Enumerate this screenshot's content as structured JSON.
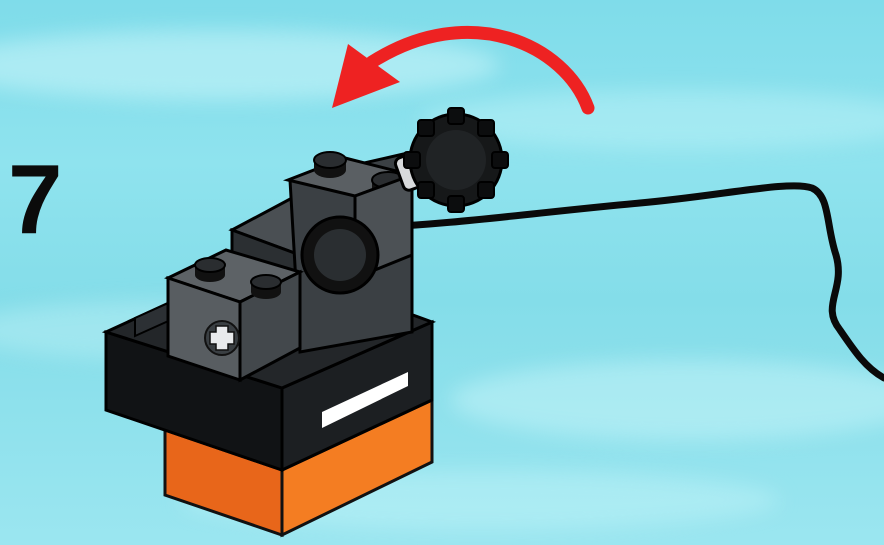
{
  "step": {
    "number": "7"
  },
  "instruction": {
    "arrow_icon": "rotate-counterclockwise-arrow-icon",
    "parts": [
      "gear-icon",
      "motor-block",
      "cable"
    ]
  },
  "colors": {
    "background": "#86dfeb",
    "arrow": "#ee2222",
    "brick_dark_gray": "#555a5e",
    "brick_black": "#141618",
    "brick_orange": "#f07a22"
  }
}
